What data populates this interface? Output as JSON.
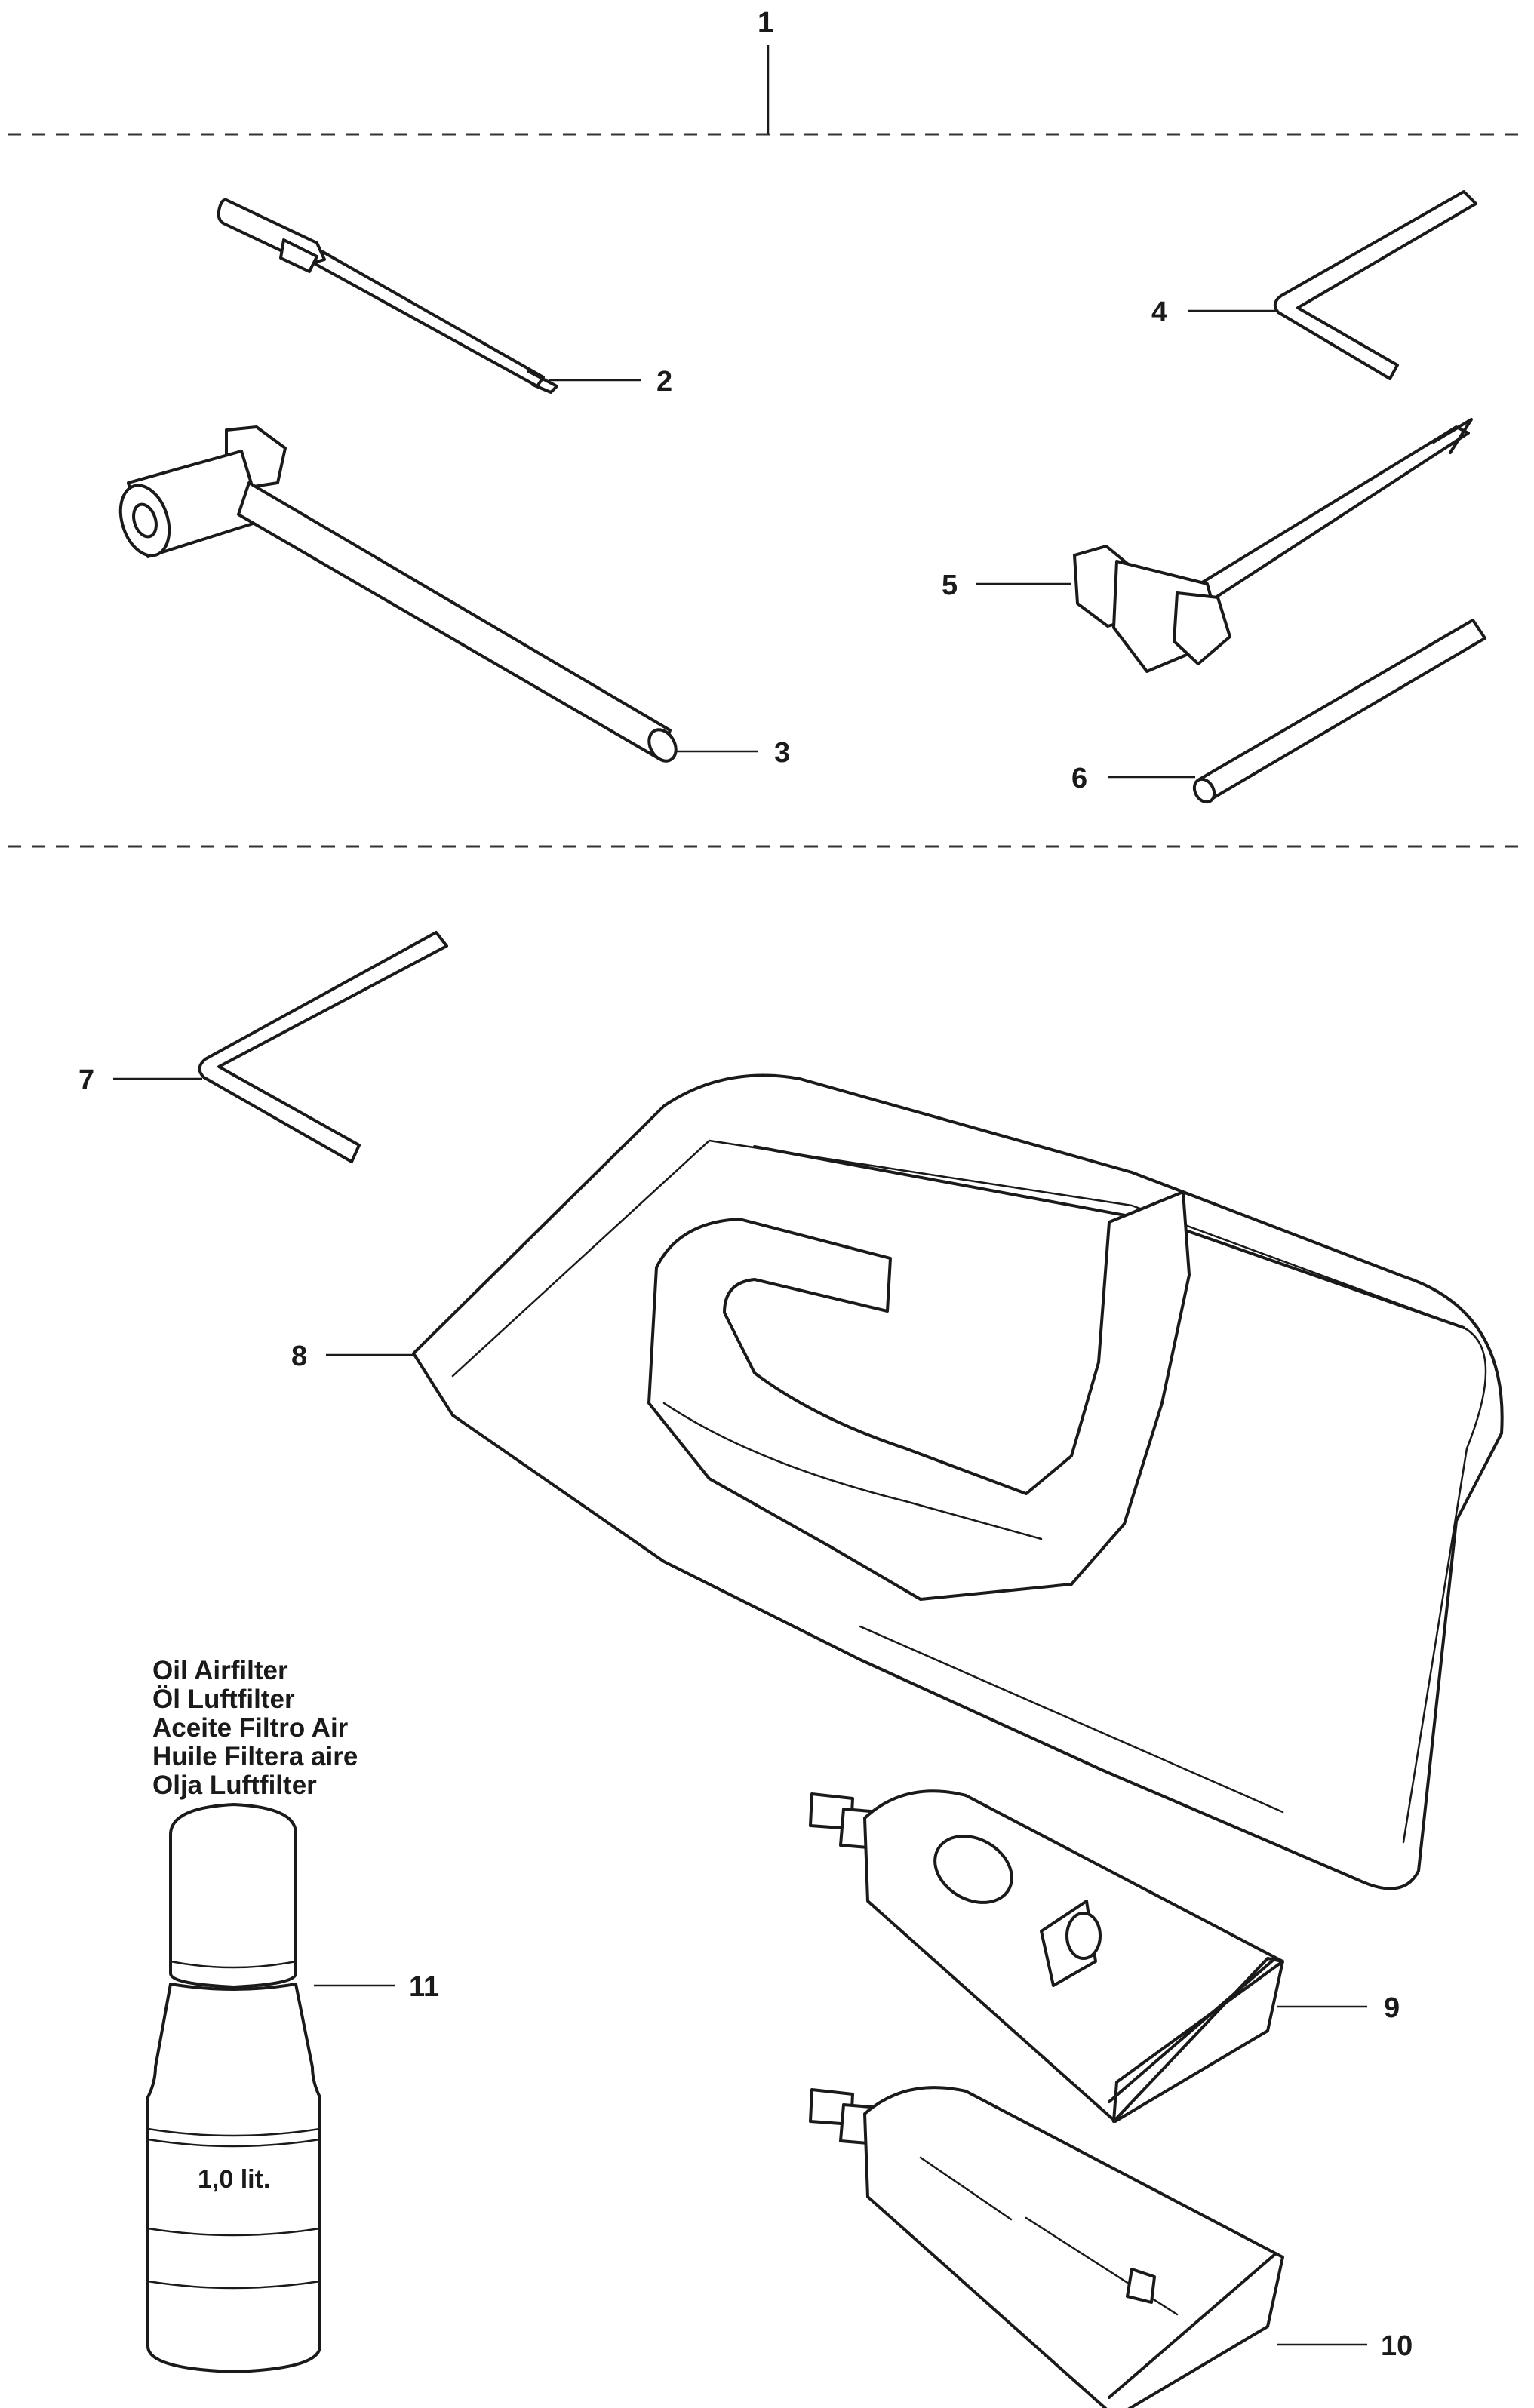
{
  "callouts": {
    "c1": "1",
    "c2": "2",
    "c3": "3",
    "c4": "4",
    "c5": "5",
    "c6": "6",
    "c7": "7",
    "c8": "8",
    "c9": "9",
    "c10": "10",
    "c11": "11"
  },
  "legend": [
    "Oil Airfilter",
    "Öl Luftfilter",
    "Aceite Filtro Air",
    "Huile Filtera aire",
    "Olja Luftfilter"
  ],
  "bottle_label": "1,0 lit.",
  "parts": [
    {
      "ref": "2",
      "icon": "screwdriver-icon"
    },
    {
      "ref": "3",
      "icon": "t-socket-wrench-icon"
    },
    {
      "ref": "4",
      "icon": "hex-key-icon"
    },
    {
      "ref": "5",
      "icon": "combination-spanner-icon"
    },
    {
      "ref": "6",
      "icon": "tommy-bar-icon"
    },
    {
      "ref": "7",
      "icon": "hex-key-icon"
    },
    {
      "ref": "8",
      "icon": "tool-bag-icon"
    },
    {
      "ref": "9",
      "icon": "grease-tube-icon"
    },
    {
      "ref": "10",
      "icon": "grease-tube-icon"
    },
    {
      "ref": "11",
      "icon": "oil-bottle-icon"
    }
  ]
}
